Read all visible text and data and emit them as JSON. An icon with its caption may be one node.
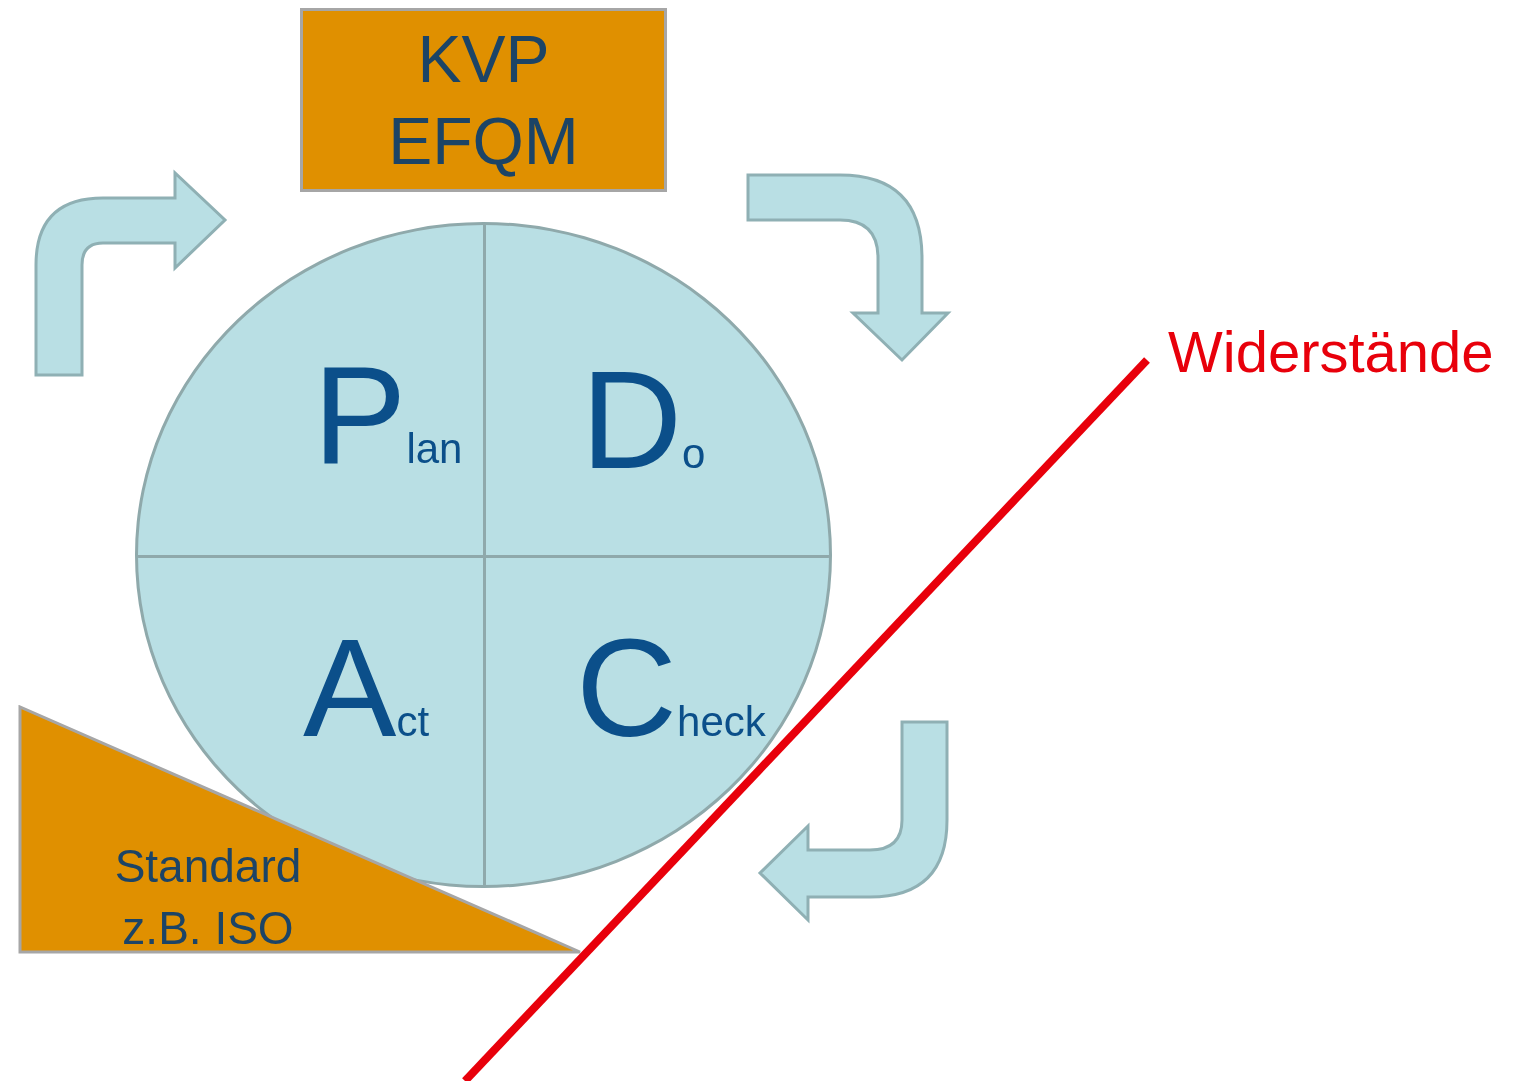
{
  "diagram": {
    "nodes": [
      {
        "text": [
          "KVP EFQM"
        ]
      },
      {
        "text": [],
        "shape": "circle"
      },
      {
        "text": [
          "Plan"
        ],
        "in": 1
      },
      {
        "text": [
          "Do"
        ],
        "in": 1
      },
      {
        "text": [
          "Act"
        ],
        "in": 1
      },
      {
        "text": [
          "Check"
        ],
        "in": 1
      },
      {
        "text": [
          "Standard z.B. ISO"
        ]
      }
    ],
    "edges": [],
    "labels": [
      "Widerstände"
    ]
  }
}
